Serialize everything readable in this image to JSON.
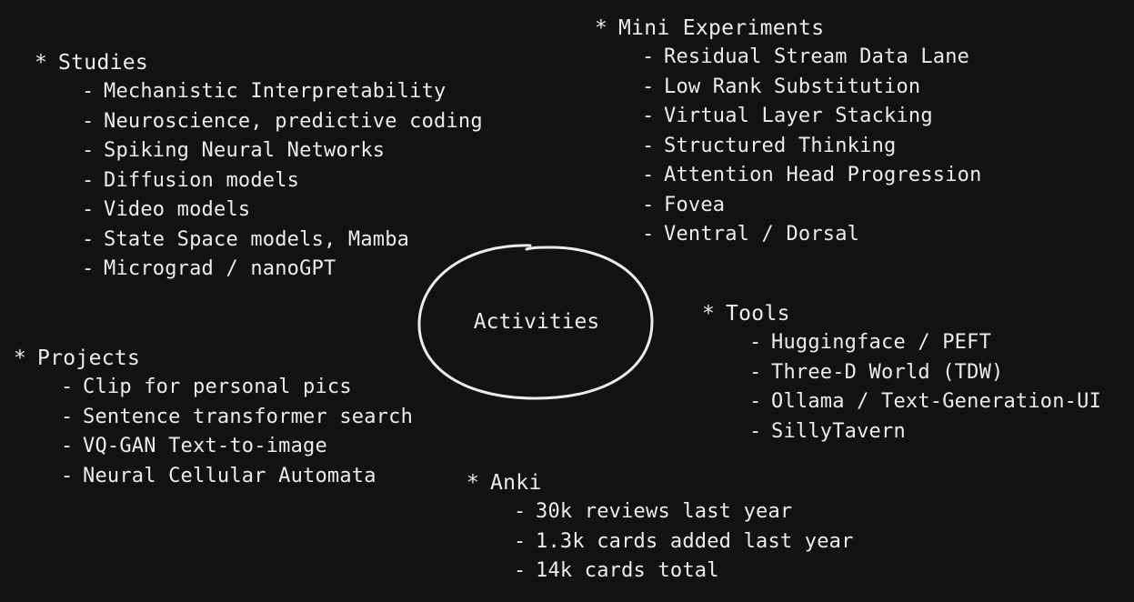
{
  "center": {
    "label": "Activities"
  },
  "groups": {
    "studies": {
      "bullet": "*",
      "title": "Studies",
      "items": [
        "Mechanistic Interpretability",
        "Neuroscience, predictive coding",
        "Spiking Neural Networks",
        "Diffusion models",
        "Video models",
        "State Space models, Mamba",
        "Micrograd / nanoGPT"
      ]
    },
    "mini_experiments": {
      "bullet": "*",
      "title": "Mini Experiments",
      "items": [
        "Residual Stream Data Lane",
        "Low Rank Substitution",
        "Virtual Layer Stacking",
        "Structured Thinking",
        "Attention Head Progression",
        "Fovea",
        "Ventral / Dorsal"
      ]
    },
    "tools": {
      "bullet": "*",
      "title": "Tools",
      "items": [
        "Huggingface / PEFT",
        "Three-D World (TDW)",
        "Ollama / Text-Generation-UI",
        "SillyTavern"
      ]
    },
    "projects": {
      "bullet": "*",
      "title": "Projects",
      "items": [
        "Clip for personal pics",
        "Sentence transformer search",
        "VQ-GAN Text-to-image",
        "Neural Cellular Automata"
      ]
    },
    "anki": {
      "bullet": "*",
      "title": "Anki",
      "items": [
        "30k reviews last year",
        "1.3k cards added last year",
        "14k cards total"
      ]
    }
  },
  "dash": "-",
  "colors": {
    "background": "#121212",
    "foreground": "#ececec"
  }
}
